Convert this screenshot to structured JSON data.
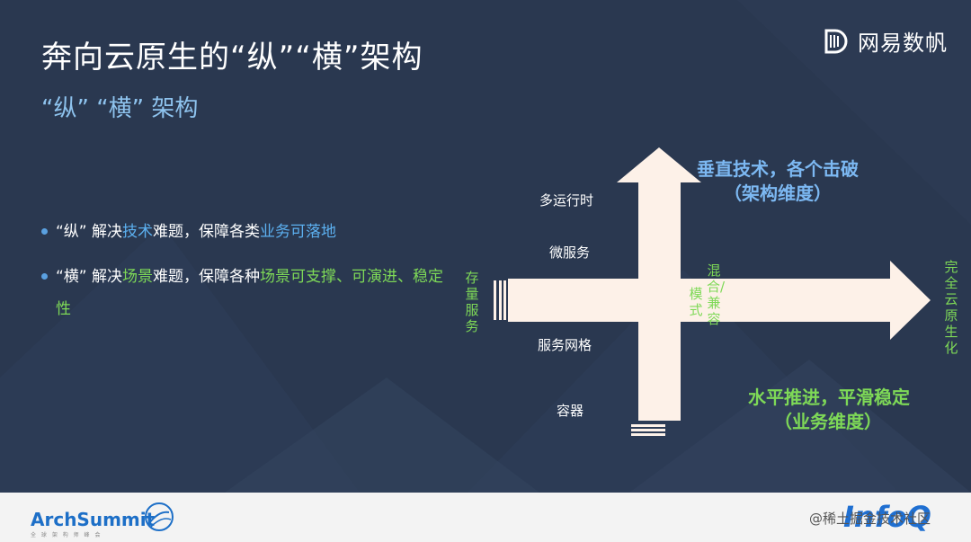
{
  "slide": {
    "title": "奔向云原生的“纵”“横”架构",
    "subtitle": "“纵” “横” 架构",
    "brand": "网易数帆"
  },
  "bullets": [
    {
      "parts": [
        {
          "text": "“纵” 解决",
          "style": "plain"
        },
        {
          "text": "技术",
          "style": "blue"
        },
        {
          "text": "难题，保障各类",
          "style": "plain"
        },
        {
          "text": "业务可落地",
          "style": "blue"
        }
      ]
    },
    {
      "parts": [
        {
          "text": "“横” 解决",
          "style": "plain"
        },
        {
          "text": "场景",
          "style": "green"
        },
        {
          "text": "难题，保障各种",
          "style": "plain"
        },
        {
          "text": "场景可支撑、可演进、稳定性",
          "style": "green"
        }
      ]
    }
  ],
  "diagram": {
    "vertical_labels": [
      "多运行时",
      "微服务",
      "服务网格",
      "容器"
    ],
    "left_label": "存量服务",
    "middle_label_a": "混合/兼容",
    "middle_label_b": "模式",
    "right_label": "完全云原生化",
    "top_heading_1": "垂直技术，各个击破",
    "top_heading_2": "（架构维度）",
    "bottom_heading_1": "水平推进，平滑稳定",
    "bottom_heading_2": "（业务维度）"
  },
  "footer": {
    "archsummit": "ArchSummit",
    "archsummit_sub": "全 球 架 构 师 峰 会",
    "watermark": "@稀土掘金技术社区",
    "infoq": "InfoQ"
  },
  "colors": {
    "background": "#2a3850",
    "arrow": "#fdf1e8",
    "blue": "#5cb0f0",
    "green": "#7ed957"
  }
}
